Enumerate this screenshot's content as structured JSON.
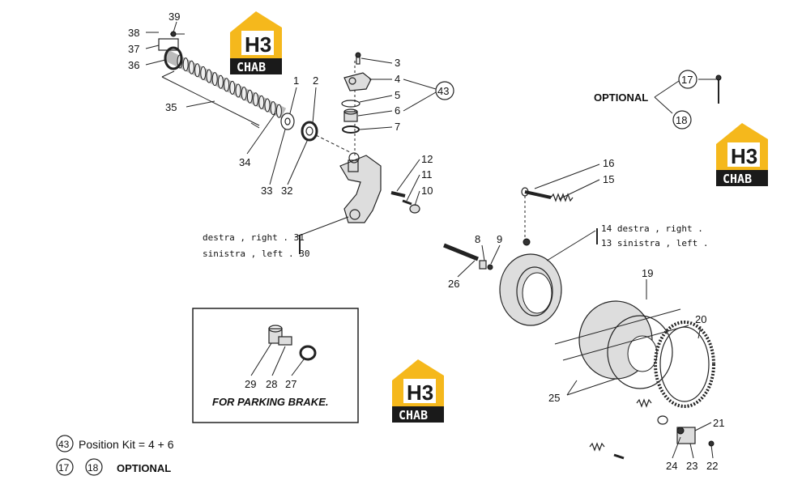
{
  "parts": {
    "p1": "1",
    "p2": "2",
    "p3": "3",
    "p4": "4",
    "p5": "5",
    "p6": "6",
    "p7": "7",
    "p8": "8",
    "p9": "9",
    "p10": "10",
    "p11": "11",
    "p12": "12",
    "p15": "15",
    "p16": "16",
    "p19": "19",
    "p20": "20",
    "p21": "21",
    "p22": "22",
    "p23": "23",
    "p24": "24",
    "p25": "25",
    "p26": "26",
    "p27": "27",
    "p28": "28",
    "p29": "29",
    "p32": "32",
    "p33": "33",
    "p34": "34",
    "p35": "35",
    "p36": "36",
    "p37": "37",
    "p38": "38",
    "p39": "39"
  },
  "circled": {
    "c43": "43",
    "c17": "17",
    "c18": "18"
  },
  "labels": {
    "optional_top": "OPTIONAL",
    "right31": "destra , right . 31",
    "left30": "sinistra , left . 30",
    "right14": "14 destra , right .",
    "left13": "13 sinistra , left .",
    "parking": "FOR PARKING BRAKE."
  },
  "legend": {
    "kit_num": "43",
    "kit_text": "Position Kit = 4 + 6",
    "opt_a": "17",
    "opt_b": "18",
    "opt_text": "OPTIONAL"
  },
  "logo": {
    "mark": "H3",
    "text": "CHAB"
  },
  "colors": {
    "logo_yellow": "#F5B81C",
    "logo_black": "#1a1a1a",
    "line": "#222222"
  }
}
